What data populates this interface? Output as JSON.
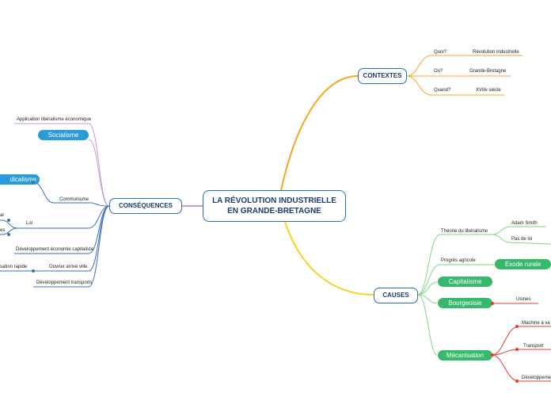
{
  "central": {
    "line1": "LA RÉVOLUTION INDUSTRIELLE",
    "line2": "EN GRANDE-BRETAGNE"
  },
  "contextes": {
    "title": "CONTEXTES",
    "items": [
      {
        "q": "Quoi?",
        "a": "Révolution industrielle"
      },
      {
        "q": "Où?",
        "a": "Grande-Bretagne"
      },
      {
        "q": "Quand?",
        "a": "XVIIe siècle"
      }
    ]
  },
  "causes": {
    "title": "CAUSES",
    "theorie": "Théorie du libéralisme",
    "adam_smith": "Adam Smith",
    "pas_de_loi": "Pas de loi",
    "progres": "Progrès agricole",
    "exode": "Exode rurale",
    "capitalisme": "Capitalisme",
    "bourgeoisie": "Bourgeoisie",
    "usines": "Usines",
    "mecanisation": "Mécanisation",
    "machine": "Machine à va",
    "transport": "Transport",
    "developpement": "Développeme"
  },
  "consequences": {
    "title": "CONSÉQUENCES",
    "application": "Application libéralisme économique",
    "socialisme": "Socialisme",
    "syndicalisme": "dicalisme",
    "communisme": "Communisme",
    "loi": "Loi",
    "loi_sub1": "al",
    "loi_sub2": "es",
    "dev_eco": "Développement économie capitaliste",
    "urbanisation": "sation rapide",
    "ouvrier": "Ouvrier arrive ville",
    "dev_transports": "Développement transports"
  },
  "colors": {
    "contextes_branch": "#f5a623",
    "causes_branch": "#f5d327",
    "consequences_branch": "#c89bd6",
    "causes_sub": "#7fd48f",
    "mecanisation_sub": "#e8392f",
    "consequences_sub": "#3d6fc0"
  }
}
